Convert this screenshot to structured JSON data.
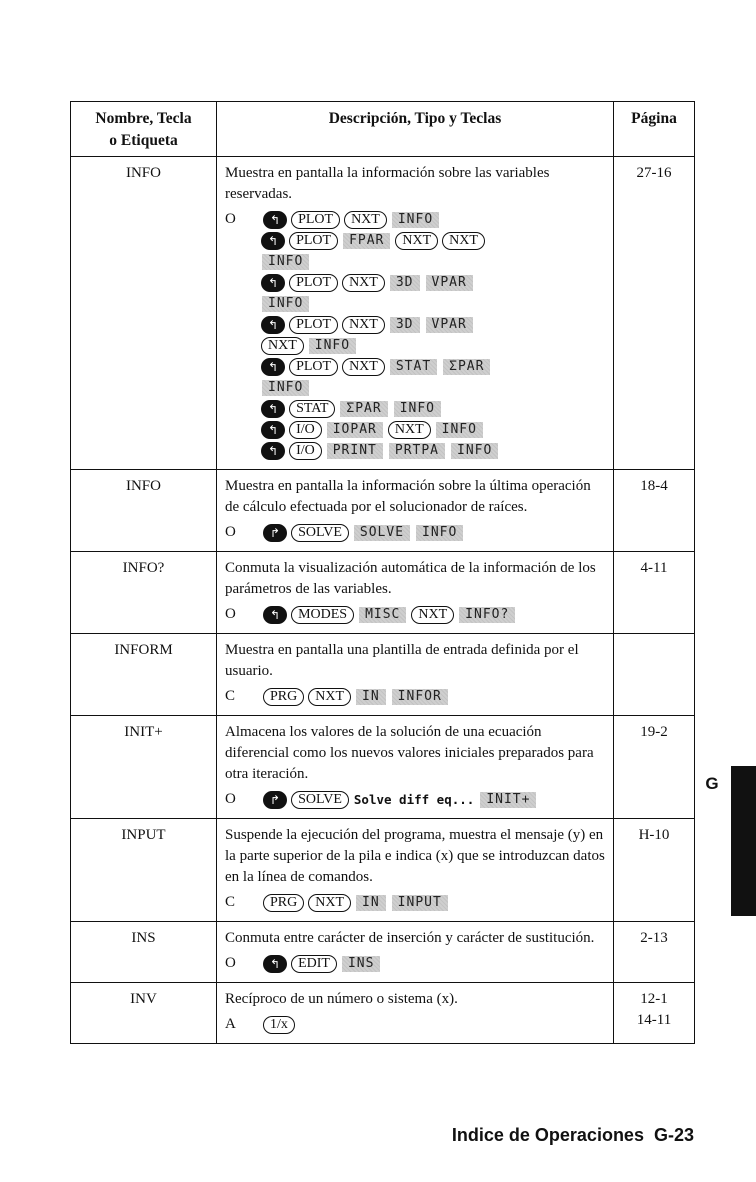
{
  "table": {
    "headers": {
      "name_line1": "Nombre, Tecla",
      "name_line2": "o Etiqueta",
      "description": "Descripción, Tipo y Teclas",
      "page": "Página"
    }
  },
  "rows": [
    {
      "name": "INFO",
      "description": "Muestra en pantalla la información sobre las variables reservadas.",
      "pages": [
        "27-16"
      ],
      "type": "O",
      "key_lines": [
        [
          {
            "k": "shift-left"
          },
          {
            "k": "key",
            "t": "PLOT"
          },
          {
            "k": "key",
            "t": "NXT"
          },
          {
            "k": "menu",
            "t": "INFO"
          }
        ],
        [
          {
            "k": "shift-left"
          },
          {
            "k": "key",
            "t": "PLOT"
          },
          {
            "k": "menu",
            "t": "FPAR"
          },
          {
            "k": "key",
            "t": "NXT"
          },
          {
            "k": "key",
            "t": "NXT"
          }
        ],
        [
          {
            "k": "menu",
            "t": "INFO"
          }
        ],
        [
          {
            "k": "shift-left"
          },
          {
            "k": "key",
            "t": "PLOT"
          },
          {
            "k": "key",
            "t": "NXT"
          },
          {
            "k": "menu",
            "t": "3D"
          },
          {
            "k": "menu",
            "t": "VPAR"
          }
        ],
        [
          {
            "k": "menu",
            "t": "INFO"
          }
        ],
        [
          {
            "k": "shift-left"
          },
          {
            "k": "key",
            "t": "PLOT"
          },
          {
            "k": "key",
            "t": "NXT"
          },
          {
            "k": "menu",
            "t": "3D"
          },
          {
            "k": "menu",
            "t": "VPAR"
          }
        ],
        [
          {
            "k": "key",
            "t": "NXT"
          },
          {
            "k": "menu",
            "t": "INFO"
          }
        ],
        [
          {
            "k": "shift-left"
          },
          {
            "k": "key",
            "t": "PLOT"
          },
          {
            "k": "key",
            "t": "NXT"
          },
          {
            "k": "menu",
            "t": "STAT"
          },
          {
            "k": "menu",
            "t": "ΣPAR"
          }
        ],
        [
          {
            "k": "menu",
            "t": "INFO"
          }
        ],
        [
          {
            "k": "shift-left"
          },
          {
            "k": "key",
            "t": "STAT"
          },
          {
            "k": "menu",
            "t": "ΣPAR"
          },
          {
            "k": "menu",
            "t": "INFO"
          }
        ],
        [
          {
            "k": "shift-left"
          },
          {
            "k": "key",
            "t": "I/O"
          },
          {
            "k": "menu",
            "t": "IOPAR"
          },
          {
            "k": "key",
            "t": "NXT"
          },
          {
            "k": "menu",
            "t": "INFO"
          }
        ],
        [
          {
            "k": "shift-left"
          },
          {
            "k": "key",
            "t": "I/O"
          },
          {
            "k": "menu",
            "t": "PRINT"
          },
          {
            "k": "menu",
            "t": "PRTPA"
          },
          {
            "k": "menu",
            "t": "INFO"
          }
        ]
      ]
    },
    {
      "name": "INFO",
      "description": "Muestra en pantalla la información sobre la última operación de cálculo efectuada por el solucionador de raíces.",
      "pages": [
        "18-4"
      ],
      "type": "O",
      "key_lines": [
        [
          {
            "k": "shift-right"
          },
          {
            "k": "key",
            "t": "SOLVE"
          },
          {
            "k": "menu",
            "t": "SOLVE"
          },
          {
            "k": "menu",
            "t": "INFO"
          }
        ]
      ]
    },
    {
      "name": "INFO?",
      "description": "Conmuta la visualización automática de la información de los parámetros de las variables.",
      "pages": [
        "4-11"
      ],
      "type": "O",
      "key_lines": [
        [
          {
            "k": "shift-left"
          },
          {
            "k": "key",
            "t": "MODES"
          },
          {
            "k": "menu",
            "t": "MISC"
          },
          {
            "k": "key",
            "t": "NXT"
          },
          {
            "k": "menu",
            "t": "INFO?"
          }
        ]
      ]
    },
    {
      "name": "INFORM",
      "description": "Muestra en pantalla una plantilla de entrada definida por el usuario.",
      "pages": [],
      "type": "C",
      "key_lines": [
        [
          {
            "k": "key",
            "t": "PRG"
          },
          {
            "k": "key",
            "t": "NXT"
          },
          {
            "k": "menu",
            "t": "IN"
          },
          {
            "k": "menu",
            "t": "INFOR"
          }
        ]
      ]
    },
    {
      "name": "INIT+",
      "description": "Almacena los valores de la solución de una ecuación diferencial como los nuevos valores iniciales preparados para otra iteración.",
      "pages": [
        "19-2"
      ],
      "type": "O",
      "key_lines": [
        [
          {
            "k": "shift-right"
          },
          {
            "k": "key",
            "t": "SOLVE"
          },
          {
            "k": "lit",
            "t": "Solve diff eq..."
          },
          {
            "k": "menu",
            "t": "INIT+"
          }
        ]
      ]
    },
    {
      "name": "INPUT",
      "description": "Suspende la ejecución del programa, muestra el mensaje (y) en la parte superior de la pila e indica (x) que se introduzcan datos en la línea de comandos.",
      "pages": [
        "H-10"
      ],
      "type": "C",
      "key_lines": [
        [
          {
            "k": "key",
            "t": "PRG"
          },
          {
            "k": "key",
            "t": "NXT"
          },
          {
            "k": "menu",
            "t": "IN"
          },
          {
            "k": "menu",
            "t": "INPUT"
          }
        ]
      ]
    },
    {
      "name": "INS",
      "description": "Conmuta entre carácter de inserción y carácter de sustitución.",
      "pages": [
        "2-13"
      ],
      "type": "O",
      "key_lines": [
        [
          {
            "k": "shift-left"
          },
          {
            "k": "key",
            "t": "EDIT"
          },
          {
            "k": "menu",
            "t": "INS"
          }
        ]
      ]
    },
    {
      "name": "INV",
      "description": "Recíproco de un número o sistema (x).",
      "pages": [
        "12-1",
        "14-11"
      ],
      "type": "A",
      "key_lines": [
        [
          {
            "k": "key",
            "t": "1/x"
          }
        ]
      ]
    }
  ],
  "side_tab": {
    "letter": "G"
  },
  "footer": {
    "section": "Indice de Operaciones",
    "page": "G-23"
  }
}
